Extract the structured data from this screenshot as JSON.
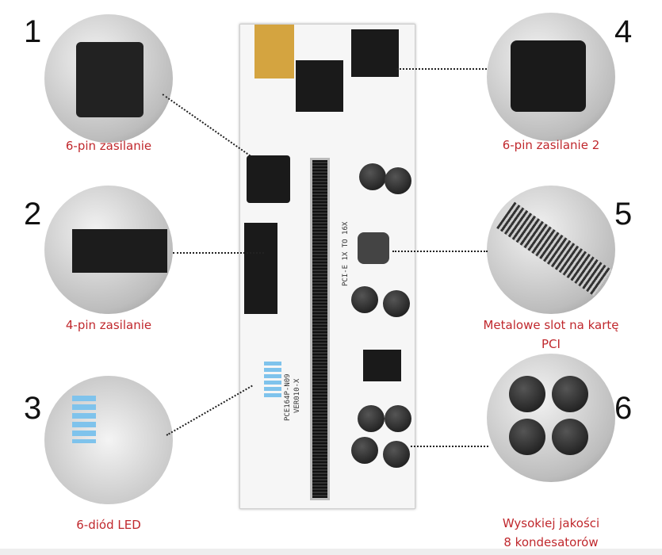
{
  "callouts": [
    {
      "number": "1",
      "label": "6-pin zasilanie"
    },
    {
      "number": "2",
      "label": "4-pin zasilanie"
    },
    {
      "number": "3",
      "label": "6-diód LED"
    },
    {
      "number": "4",
      "label": "6-pin zasilanie 2"
    },
    {
      "number": "5",
      "label": "Metalowe slot na kartę",
      "label2": "PCI"
    },
    {
      "number": "6",
      "label": "Wysokiej jakości",
      "label2": "8 kondesatorów"
    }
  ],
  "board": {
    "text1": "PCI-E 1X TO 16X",
    "text2": "PCE164P-N09",
    "text3": "VER010-X"
  },
  "colors": {
    "label": "#c0282d",
    "number": "#111111"
  }
}
